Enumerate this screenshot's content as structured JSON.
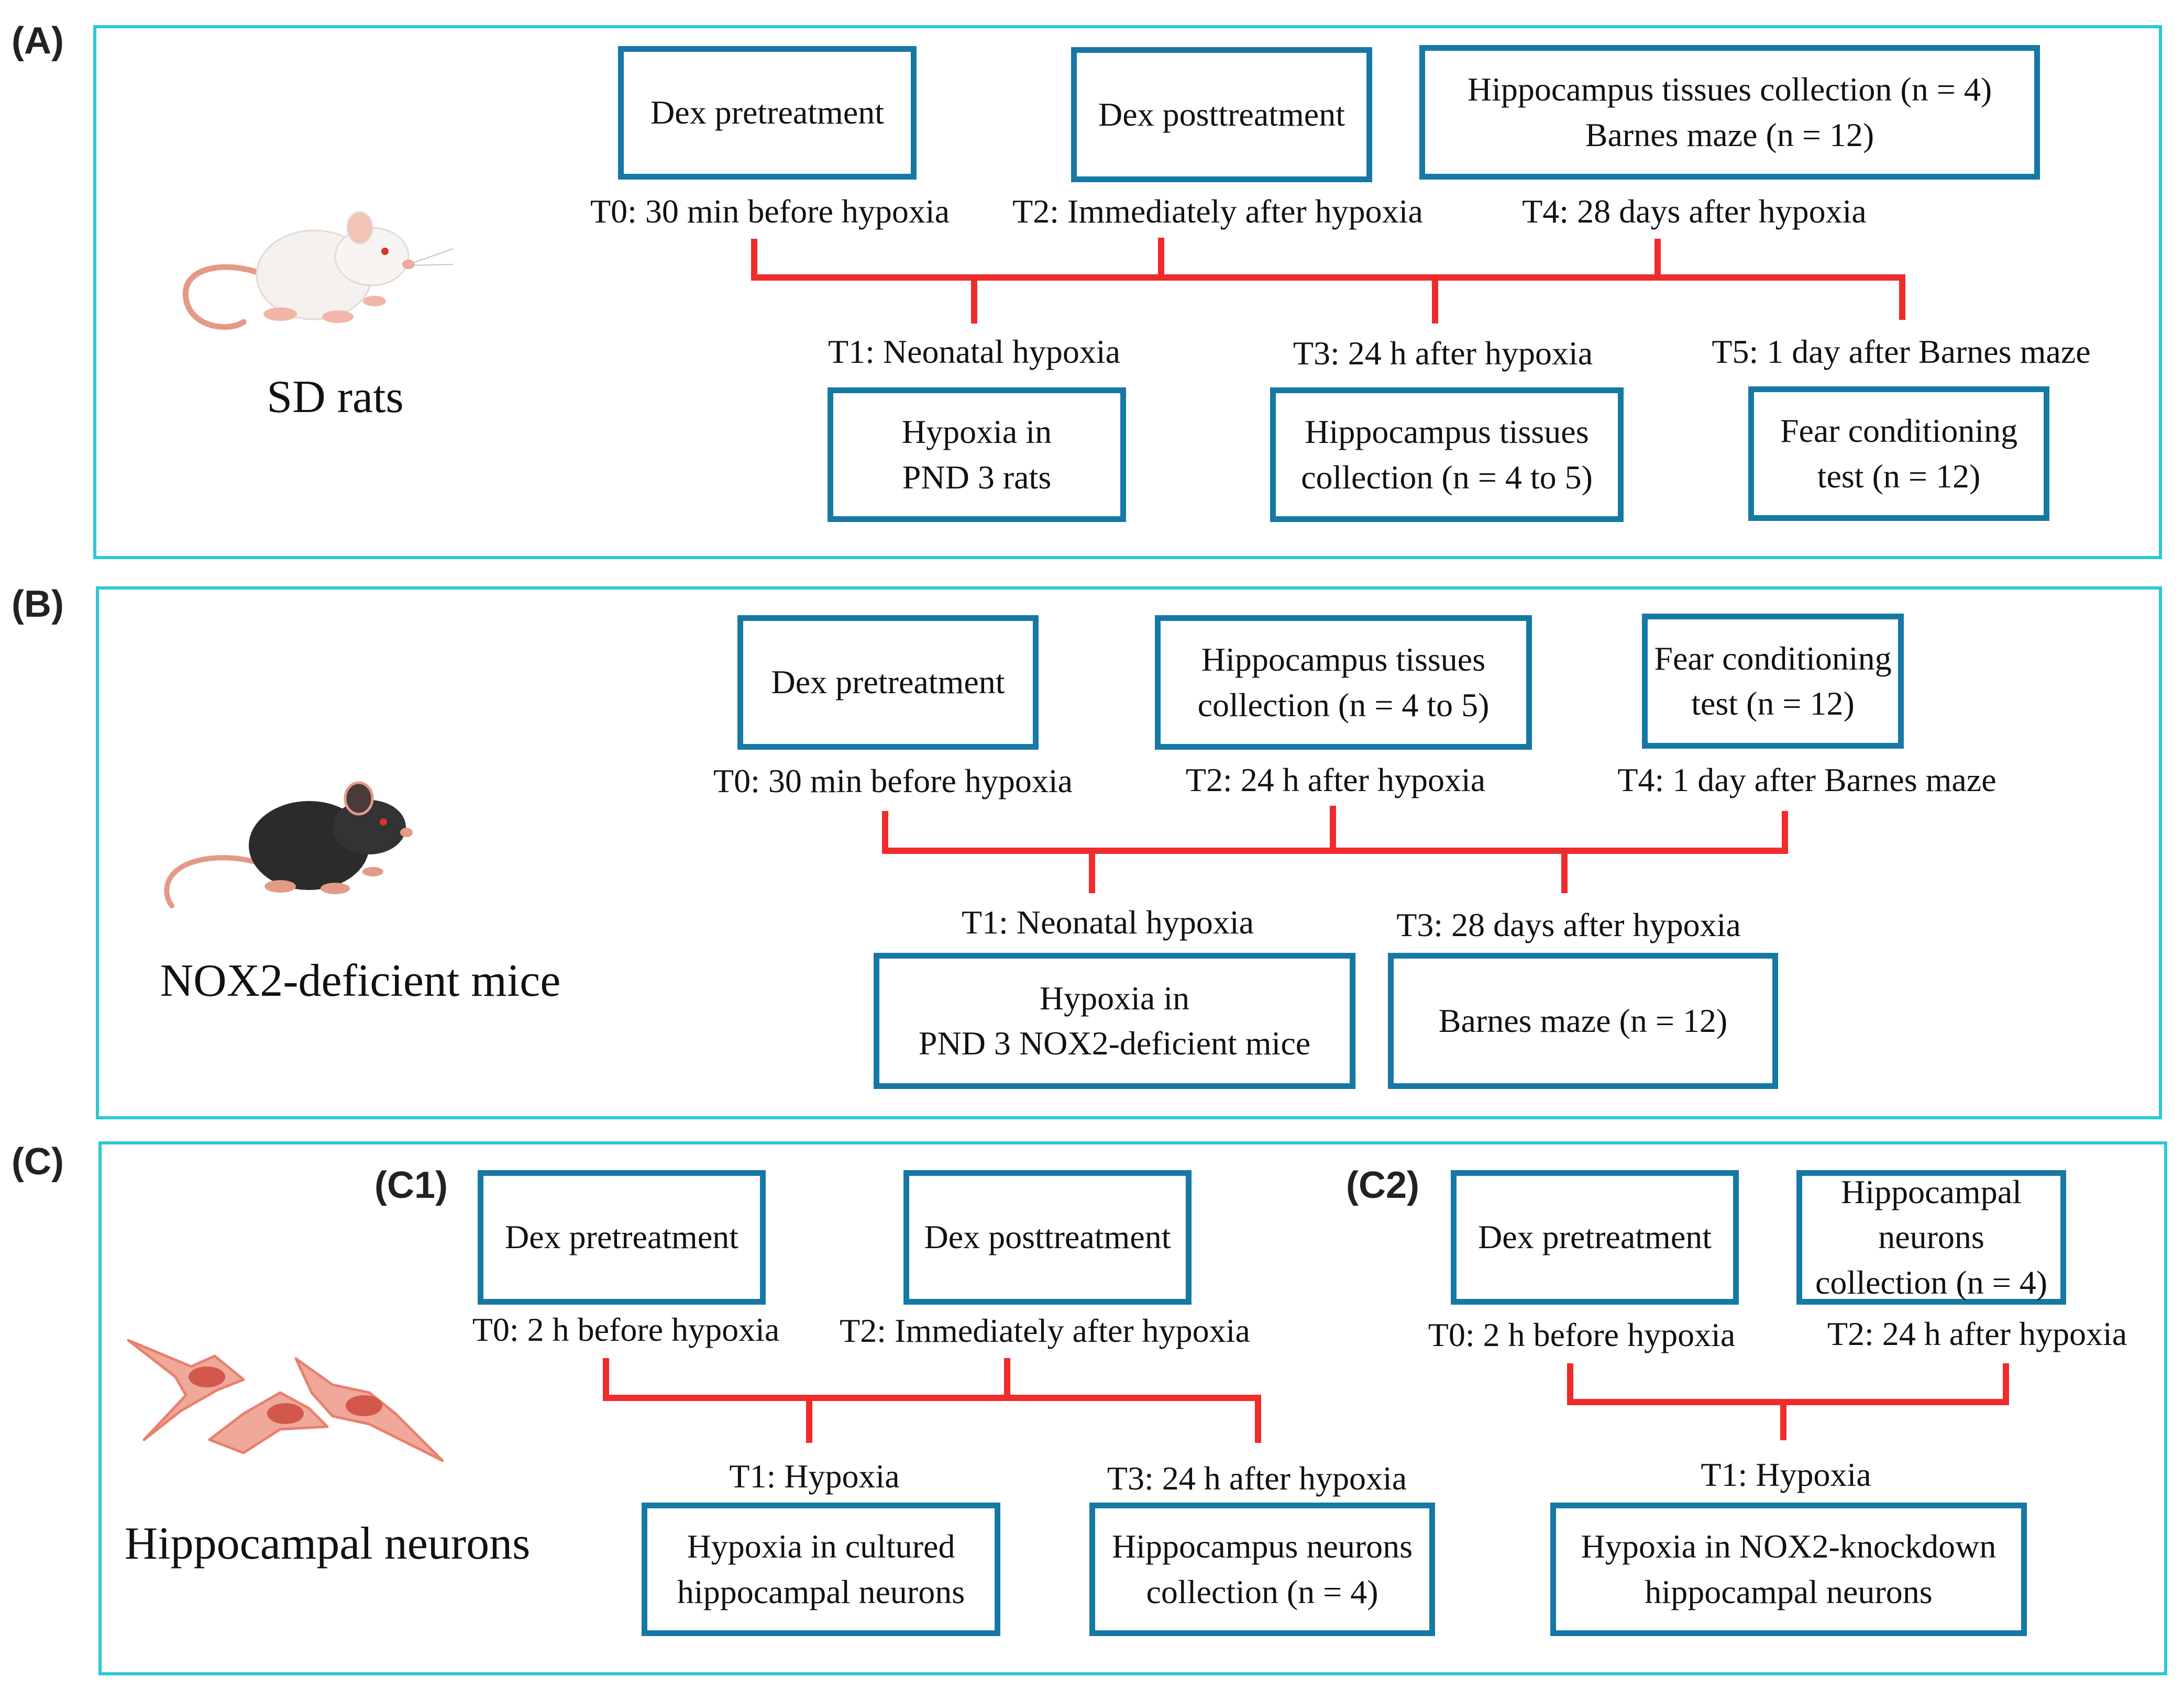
{
  "colors": {
    "panel_border": "#2ec8d4",
    "box_border": "#1678a4",
    "timeline": "#f02b2b",
    "rat_body": "#f4f1ef",
    "mouse_body": "#2b2b2b",
    "neuron": "#e8806e"
  },
  "panels": {
    "a": {
      "label": "(A)",
      "subject": "SD rats",
      "subject_icon": "rat-icon",
      "top_boxes": [
        "Dex pretreatment",
        "Dex posttreatment",
        "Hippocampus tissues collection (n = 4)\nBarnes maze (n = 12)"
      ],
      "top_times": [
        "T0: 30 min before hypoxia",
        "T2: Immediately after hypoxia",
        "T4: 28 days after hypoxia"
      ],
      "bottom_times": [
        "T1: Neonatal hypoxia",
        "T3: 24 h after hypoxia",
        "T5: 1 day after Barnes maze"
      ],
      "bottom_boxes": [
        "Hypoxia in\nPND 3 rats",
        "Hippocampus tissues\ncollection (n = 4 to 5)",
        "Fear conditioning\ntest (n = 12)"
      ]
    },
    "b": {
      "label": "(B)",
      "subject": "NOX2-deficient mice",
      "subject_icon": "mouse-icon",
      "top_boxes": [
        "Dex pretreatment",
        "Hippocampus tissues\ncollection (n = 4 to 5)",
        "Fear conditioning\ntest (n = 12)"
      ],
      "top_times": [
        "T0: 30 min before hypoxia",
        "T2: 24 h after hypoxia",
        "T4: 1 day after Barnes maze"
      ],
      "bottom_times": [
        "T1: Neonatal hypoxia",
        "T3: 28 days after hypoxia"
      ],
      "bottom_boxes": [
        "Hypoxia in\nPND 3  NOX2-deficient mice",
        "Barnes maze (n = 12)"
      ]
    },
    "c": {
      "label": "(C)",
      "subject": "Hippocampal neurons",
      "subject_icon": "neurons-icon",
      "c1": {
        "label": "(C1)",
        "top_boxes": [
          "Dex pretreatment",
          "Dex posttreatment"
        ],
        "top_times": [
          "T0: 2 h before hypoxia",
          "T2: Immediately after hypoxia"
        ],
        "bottom_times": [
          "T1: Hypoxia",
          "T3: 24 h after hypoxia"
        ],
        "bottom_boxes": [
          "Hypoxia in cultured\nhippocampal neurons",
          "Hippocampus neurons\ncollection (n = 4)"
        ]
      },
      "c2": {
        "label": "(C2)",
        "top_boxes": [
          "Dex pretreatment",
          "Hippocampal neurons\ncollection (n = 4)"
        ],
        "top_times": [
          "T0: 2 h before hypoxia",
          "T2: 24 h after hypoxia"
        ],
        "bottom_times": [
          "T1: Hypoxia"
        ],
        "bottom_boxes": [
          "Hypoxia in NOX2-knockdown\nhippocampal neurons"
        ]
      }
    }
  }
}
